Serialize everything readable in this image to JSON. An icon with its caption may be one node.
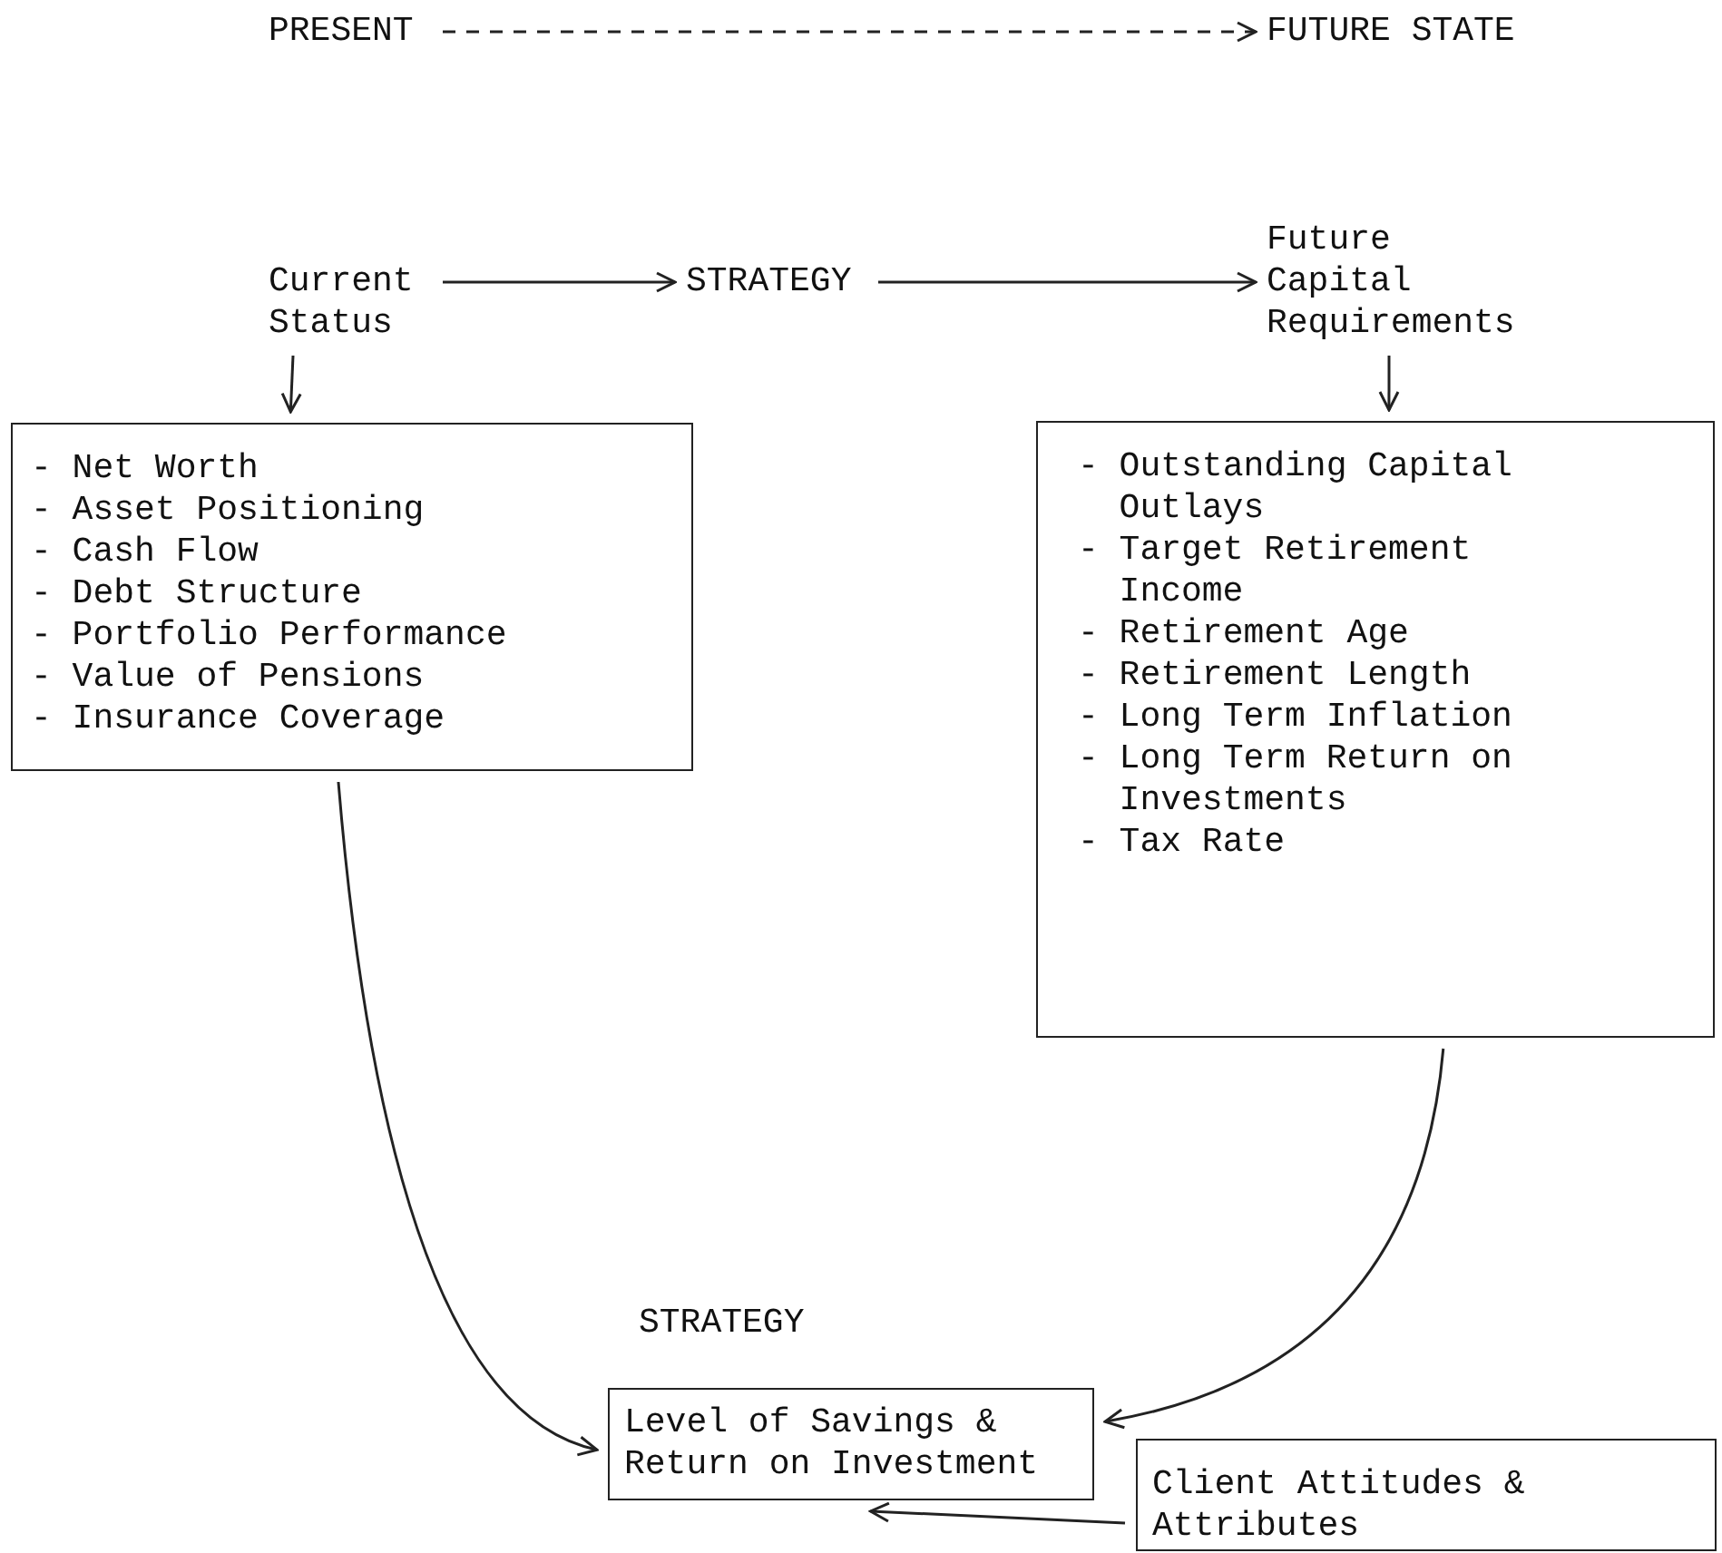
{
  "diagram": {
    "nodes": [
      {
        "text": [
          "PRESENT"
        ]
      },
      {
        "text": [
          "FUTURE STATE"
        ]
      },
      {
        "text": [
          "Current Status"
        ]
      },
      {
        "text": [
          "STRATEGY"
        ]
      },
      {
        "text": [
          "Future Capital Requirements"
        ]
      },
      {
        "text": [
          "- Net Worth",
          "- Asset Positioning",
          "- Cash Flow",
          "- Debt Structure",
          "- Portfolio Performance",
          "- Value of Pensions",
          "- Insurance Coverage"
        ]
      },
      {
        "text": [
          "- Outstanding Capital Outlays",
          "- Target Retirement Income",
          "- Retirement Age",
          "- Retirement Length",
          "- Long Term Inflation",
          "- Long Term Return on Investments",
          "- Tax Rate"
        ]
      },
      {
        "text": [
          "Level of Savings & Return on Investment"
        ]
      },
      {
        "text": [
          "Client Attitudes & Attributes"
        ]
      }
    ],
    "edges": [
      {
        "from": 0,
        "to": 1,
        "arrow": "to",
        "style": "dashed"
      },
      {
        "from": 2,
        "to": 3,
        "arrow": "to"
      },
      {
        "from": 3,
        "to": 4,
        "arrow": "to"
      },
      {
        "from": 2,
        "to": 5,
        "arrow": "to"
      },
      {
        "from": 4,
        "to": 6,
        "arrow": "to"
      },
      {
        "from": 5,
        "to": 7,
        "arrow": "to"
      },
      {
        "from": 6,
        "to": 7,
        "arrow": "to"
      },
      {
        "from": 8,
        "to": 7,
        "arrow": "to"
      }
    ],
    "labels": [
      "STRATEGY"
    ]
  }
}
